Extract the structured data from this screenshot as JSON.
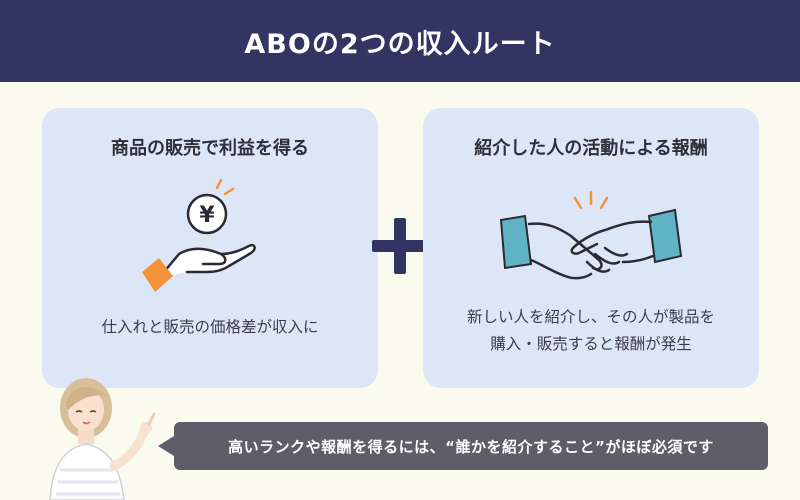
{
  "header": {
    "title": "ABOの2つの収入ルート"
  },
  "cards": [
    {
      "title": "商品の販売で利益を得る",
      "icon": "yen-coin-hand-icon",
      "description": [
        "仕入れと販売の価格差が収入に"
      ]
    },
    {
      "title": "紹介した人の活動による報酬",
      "icon": "handshake-icon",
      "description": [
        "新しい人を紹介し、その人が製品を",
        "購入・販売すると報酬が発生"
      ]
    }
  ],
  "connector": {
    "icon": "plus-icon"
  },
  "footer": {
    "avatar_icon": "woman-pointing-icon",
    "message": "高いランクや報酬を得るには、“誰かを紹介すること”がほぼ必須です"
  },
  "colors": {
    "navy": "#323462",
    "card_bg": "#dde6f7",
    "page_bg": "#fbfaef",
    "accent_orange": "#f39237",
    "accent_teal": "#5fb3c4",
    "bubble_bg": "#5f5e68"
  }
}
